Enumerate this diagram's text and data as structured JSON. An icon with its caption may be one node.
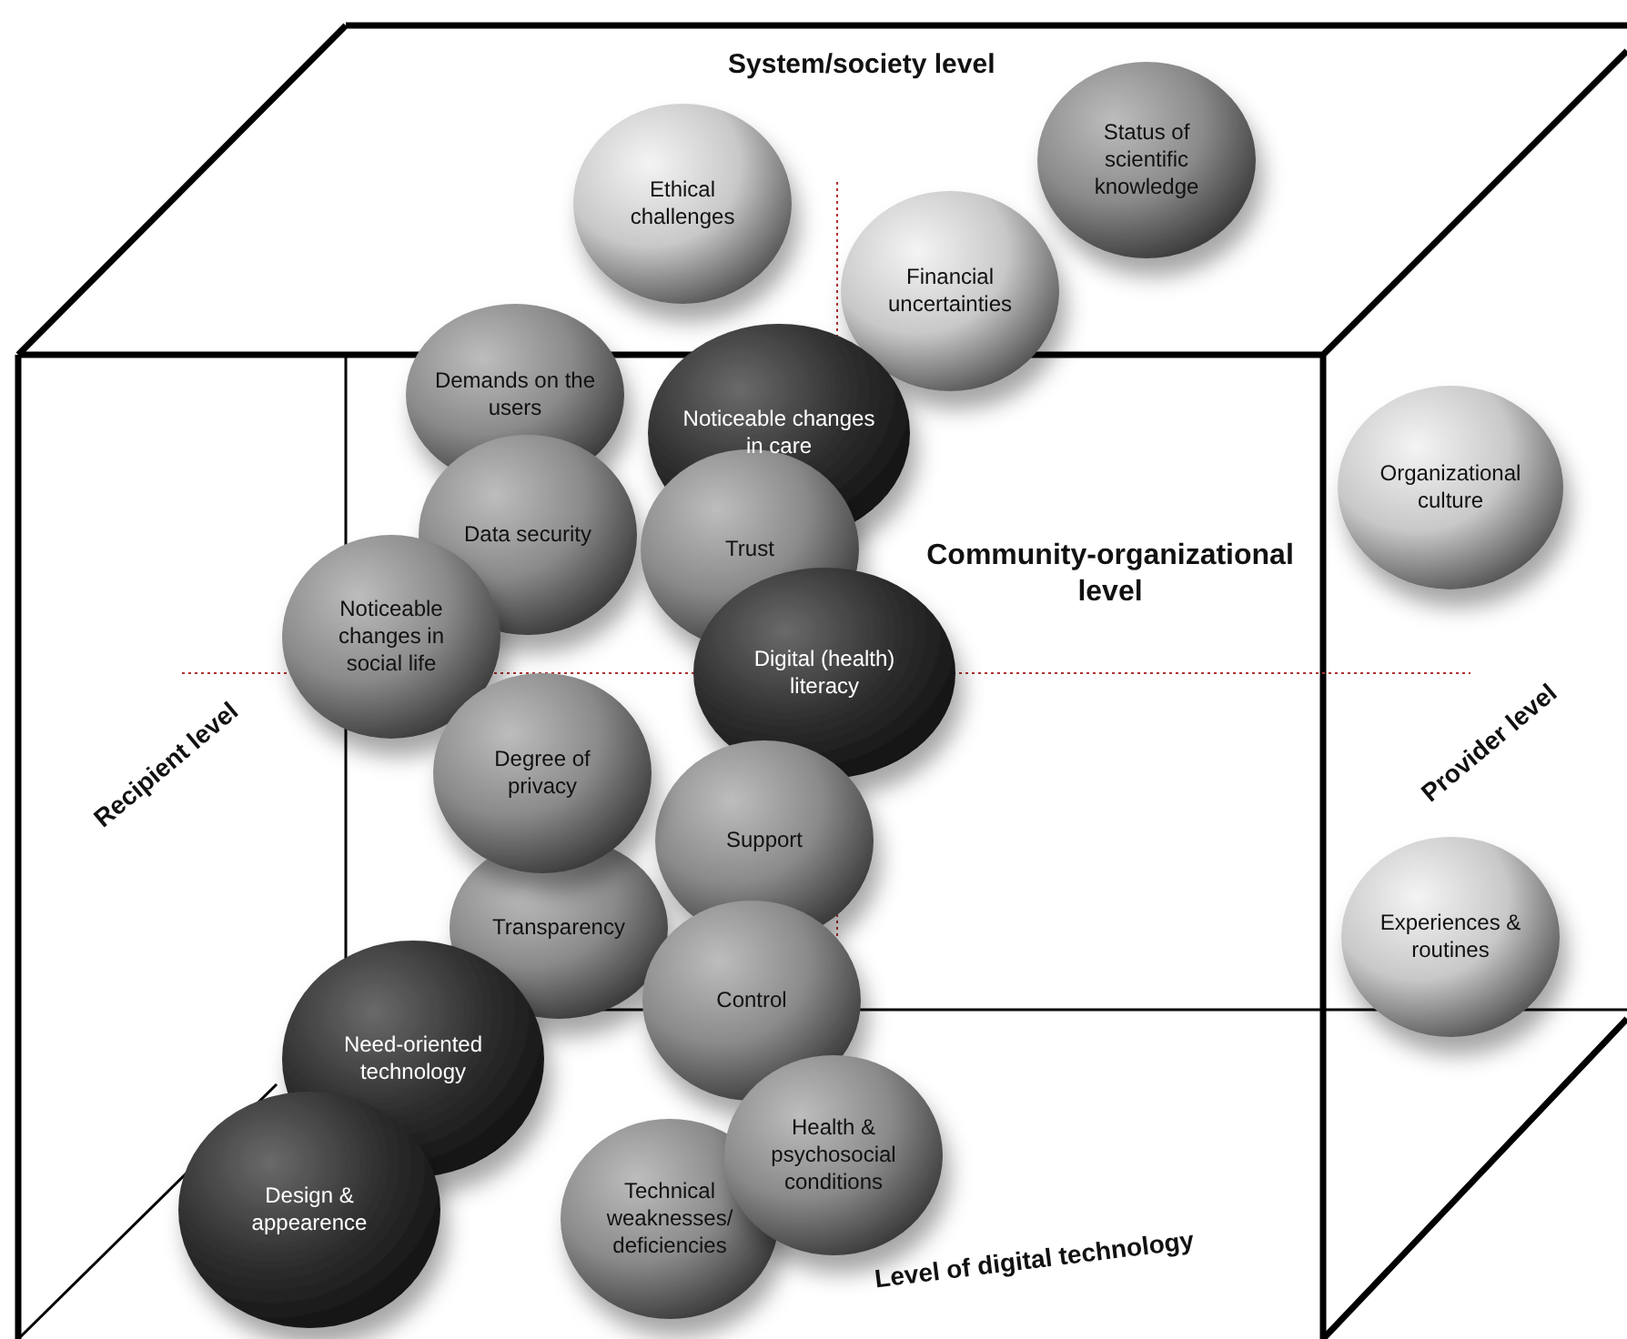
{
  "diagram": {
    "nodes": [
      {
        "text": [
          "Ethical challenges"
        ]
      },
      {
        "text": [
          "Status of scientific knowledge"
        ]
      },
      {
        "text": [
          "Financial uncertainties"
        ]
      },
      {
        "text": [
          "Demands on the users"
        ]
      },
      {
        "text": [
          "Noticeable changes in care"
        ]
      },
      {
        "text": [
          "Organizational culture"
        ]
      },
      {
        "text": [
          "Data security"
        ]
      },
      {
        "text": [
          "Trust"
        ]
      },
      {
        "text": [
          "Noticeable changes in social life"
        ]
      },
      {
        "text": [
          "Digital (health) literacy"
        ]
      },
      {
        "text": [
          "Degree of privacy"
        ]
      },
      {
        "text": [
          "Support"
        ]
      },
      {
        "text": [
          "Transparency"
        ]
      },
      {
        "text": [
          "Experiences & routines"
        ]
      },
      {
        "text": [
          "Control"
        ]
      },
      {
        "text": [
          "Need-oriented technology"
        ]
      },
      {
        "text": [
          "Health & psychosocial conditions"
        ]
      },
      {
        "text": [
          "Design & appearence"
        ]
      },
      {
        "text": [
          "Technical weaknesses/ deficiencies"
        ]
      }
    ],
    "labels": [
      "System/society level",
      "Community-organizational level",
      "Recipient level",
      "Provider level",
      "Level of digital technology"
    ]
  }
}
